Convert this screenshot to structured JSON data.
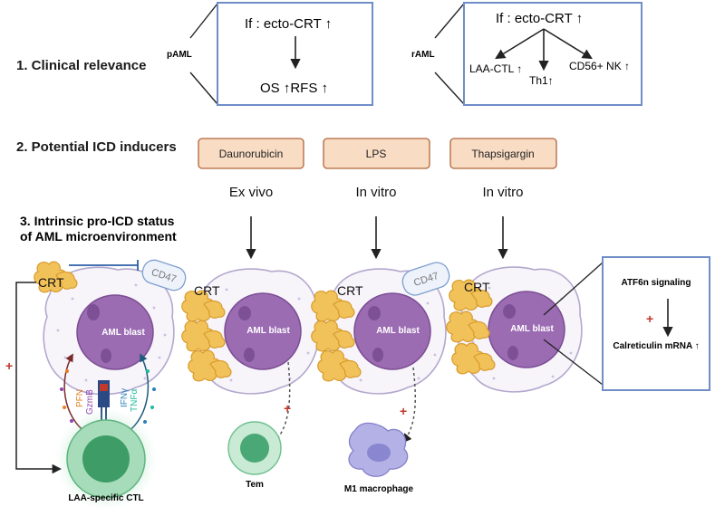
{
  "sections": {
    "clinical": "1.  Clinical relevance",
    "inducers": "2. Potential ICD inducers",
    "intrinsic_line1": "3. Intrinsic pro-ICD status",
    "intrinsic_line2": "of AML microenvironment"
  },
  "clinical": {
    "paml_label": "pAML",
    "paml_condition": "If : ecto-CRT  ↑",
    "paml_outcome": "OS ↑RFS ↑",
    "raml_label": "rAML",
    "raml_condition": "If : ecto-CRT  ↑",
    "raml_out1": "LAA-CTL ↑",
    "raml_out2": "Th1↑",
    "raml_out3": "CD56+ NK ↑"
  },
  "inducers": [
    {
      "name": "Daunorubicin",
      "condition": "Ex vivo"
    },
    {
      "name": "LPS",
      "condition": "In vitro"
    },
    {
      "name": "Thapsigargin",
      "condition": "In vitro"
    }
  ],
  "cells": {
    "crt": "CRT",
    "cd47": "CD47",
    "blast": "AML blast",
    "pfn": "PFN",
    "gzmb": "GzmB",
    "ifn": "IFNγ",
    "tnf": "TNFα",
    "ctl": "LAA-specific CTL",
    "tem": "Tem",
    "macrophage": "M1 macrophage",
    "plus": "+"
  },
  "pathway": {
    "title": "ATF6n signaling",
    "plus": "+",
    "result": "Calreticulin mRNA ↑"
  },
  "colors": {
    "box_border": "#6f8ec7",
    "inducer_fill": "#f9dcc4",
    "inducer_border": "#b0653a",
    "nucleus": "#9c6cb3",
    "crt": "#f2c25a",
    "ctl": "#2e9a5e",
    "macrophage": "#a9a8dd",
    "plus": "#c0392b"
  }
}
